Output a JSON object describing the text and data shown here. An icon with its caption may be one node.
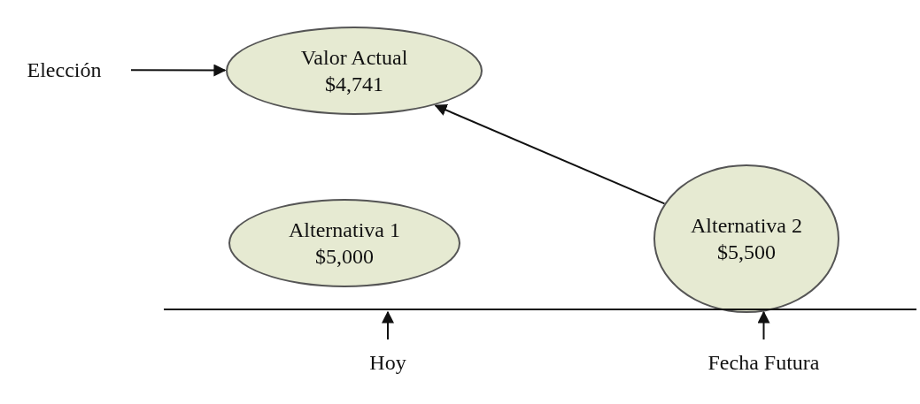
{
  "diagram": {
    "nodes": [
      {
        "text": [
          "Elección"
        ]
      },
      {
        "text": [
          "Valor Actual",
          "$4,741"
        ]
      },
      {
        "text": [
          "Alternativa 1",
          "$5,000"
        ]
      },
      {
        "text": [
          "Alternativa 2",
          "$5,500"
        ]
      },
      {
        "text": [],
        "shape": "line"
      },
      {
        "text": [
          "Hoy"
        ]
      },
      {
        "text": [
          "Fecha Futura"
        ]
      }
    ],
    "edges": [
      {
        "from": 0,
        "to": 1,
        "arrow": "to"
      },
      {
        "from": 3,
        "to": 1,
        "arrow": "to"
      },
      {
        "from": 5,
        "to": 4,
        "arrow": "to"
      },
      {
        "from": 6,
        "to": 4,
        "arrow": "to"
      }
    ]
  }
}
